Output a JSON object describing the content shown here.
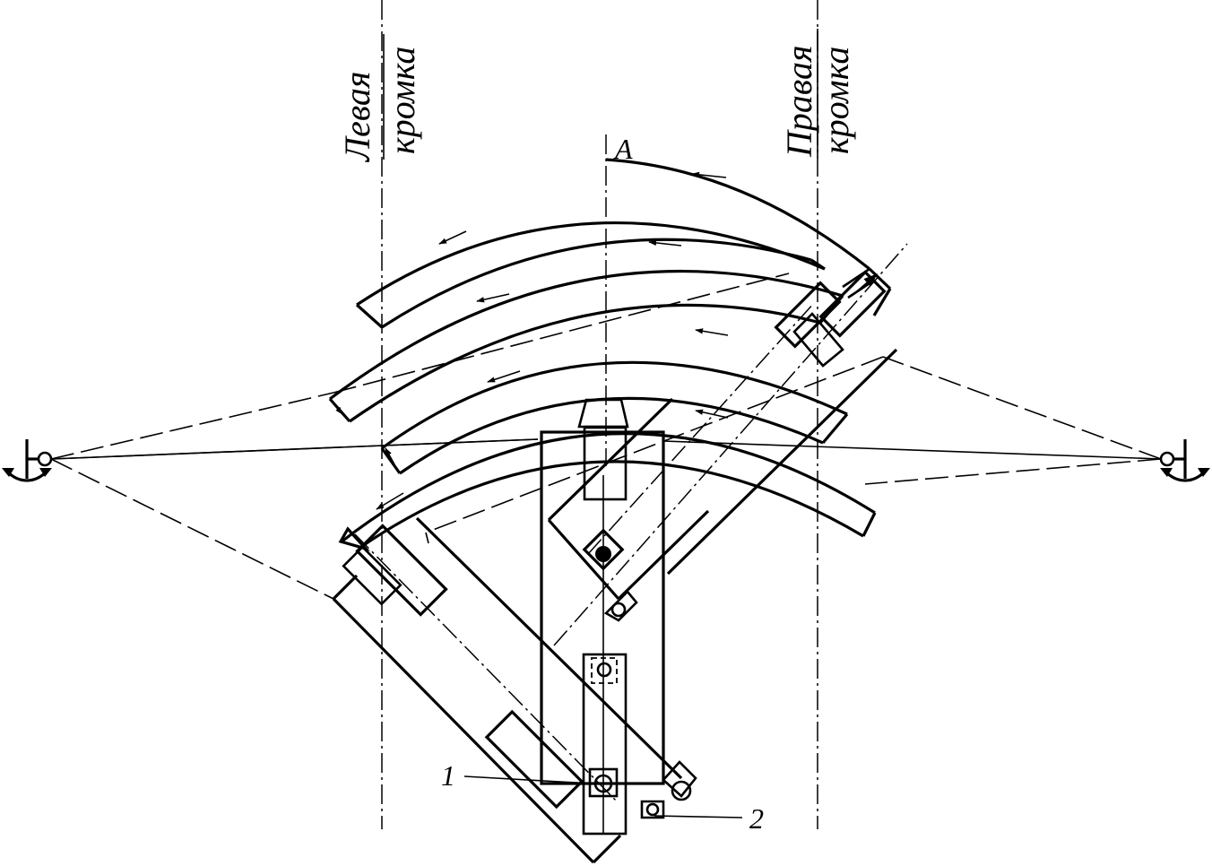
{
  "labels": {
    "left_edge_line1": "Левая",
    "left_edge_line2": "кромка",
    "right_edge_line1": "Правая",
    "right_edge_line2": "кромка",
    "axis": "A",
    "callout_1": "1",
    "callout_2": "2"
  },
  "icons": {
    "left_anchor": "anchor-icon",
    "right_anchor": "anchor-icon"
  },
  "colors": {
    "ink": "#000000",
    "paper": "#ffffff"
  }
}
